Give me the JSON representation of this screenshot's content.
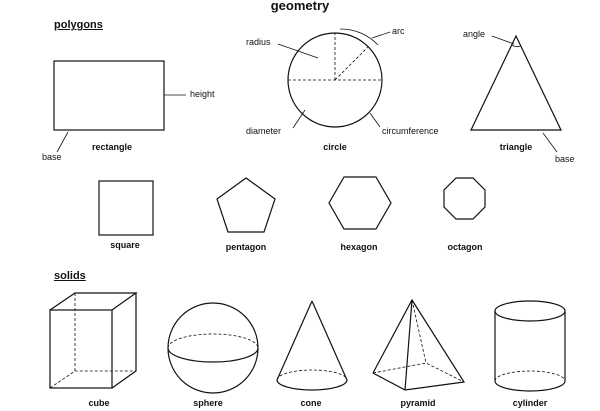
{
  "title": "geometry",
  "sections": {
    "polygons": "polygons",
    "solids": "solids"
  },
  "labels": {
    "rectangle": "rectangle",
    "circle": "circle",
    "triangle": "triangle",
    "square": "square",
    "pentagon": "pentagon",
    "hexagon": "hexagon",
    "octagon": "octagon",
    "cube": "cube",
    "sphere": "sphere",
    "cone": "cone",
    "pyramid": "pyramid",
    "cylinder": "cylinder"
  },
  "annotations": {
    "height": "height",
    "base_rect": "base",
    "radius": "radius",
    "arc": "arc",
    "diameter": "diameter",
    "circumference": "circumference",
    "angle": "angle",
    "base_tri": "base"
  }
}
